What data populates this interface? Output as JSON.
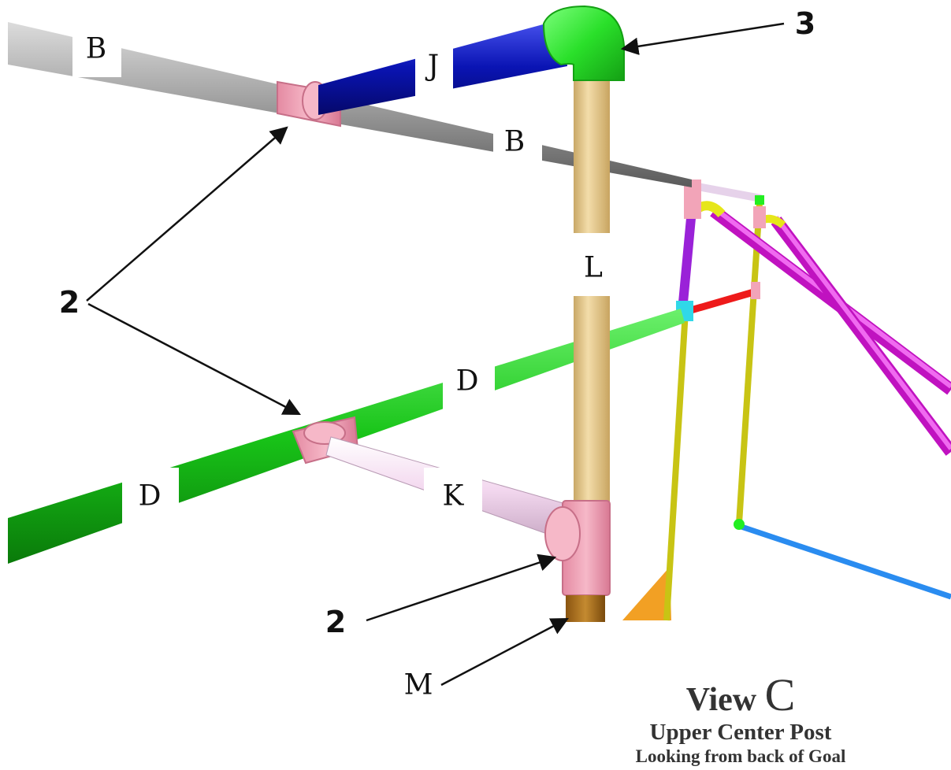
{
  "colors": {
    "pipe_B": "#9a9a9a",
    "pipe_J": "#0a14b4",
    "elbow_3": "#22ee22",
    "pipe_L": "#e8cf94",
    "pipe_D": "#18c418",
    "pipe_K": "#f3d8ef",
    "tee_fittings": "#f2a4b8",
    "stub_M": "#b87824",
    "frame_magenta": "#e61ee6",
    "frame_yellow": "#c8c414",
    "frame_purple": "#9a22d8",
    "frame_red": "#ee1a1a",
    "frame_blue": "#2a8cf0",
    "frame_cyan": "#30d8e8",
    "net_orange": "#f2a024"
  },
  "pipe_labels": {
    "b_left": "B",
    "b_right": "B",
    "j": "J",
    "l": "L",
    "d_upper": "D",
    "d_lower": "D",
    "k": "K"
  },
  "callouts": {
    "part_3": "3",
    "part_2_left": "2",
    "part_2_lower": "2",
    "part_m": "M"
  },
  "caption": {
    "view_word": "View",
    "view_letter": "C",
    "title": "Upper Center Post",
    "subtitle": "Looking from back of Goal"
  }
}
